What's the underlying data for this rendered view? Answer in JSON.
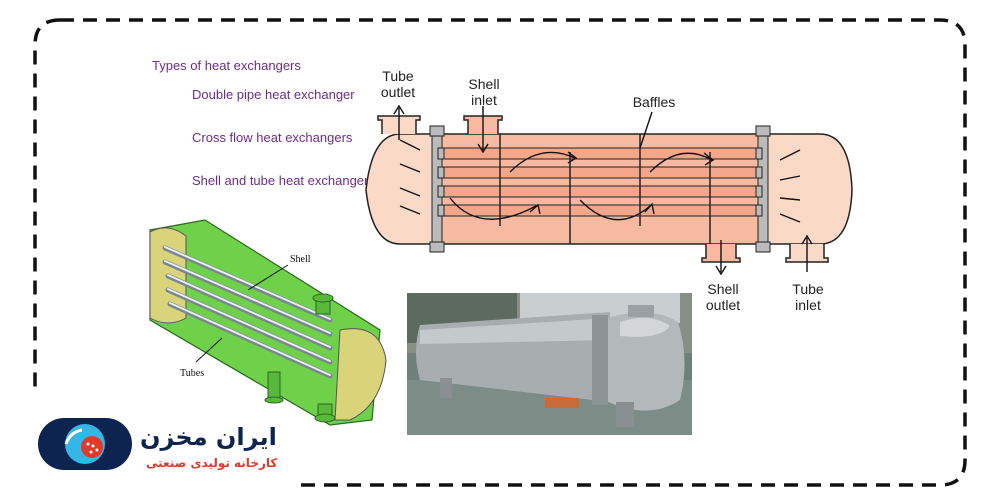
{
  "heading": {
    "title": "Types of heat exchangers",
    "types": [
      "Double pipe heat exchanger",
      "Cross flow heat exchangers",
      "Shell and tube heat exchanger"
    ]
  },
  "schematic": {
    "tube_outlet": [
      "Tube",
      "outlet"
    ],
    "shell_inlet": [
      "Shell",
      "inlet"
    ],
    "baffles": "Baffles",
    "shell_outlet": [
      "Shell",
      "outlet"
    ],
    "tube_inlet": [
      "Tube",
      "inlet"
    ]
  },
  "cutaway": {
    "shell": "Shell",
    "tubes": "Tubes"
  },
  "logo": {
    "name": "ایران مخزن",
    "tagline": "کارخانه تولیدی صنعتی"
  },
  "colors": {
    "frame": "#111111",
    "text_purple": "#6b2d8c",
    "shell_fill": "#f7b9a0",
    "channel_fill": "#fbd9c7",
    "tube_fill": "#f3a78a",
    "model_green": "#6fd14a",
    "logo_blue": "#0d2450",
    "logo_cyan": "#35b6e6",
    "logo_red": "#e03a2a"
  }
}
